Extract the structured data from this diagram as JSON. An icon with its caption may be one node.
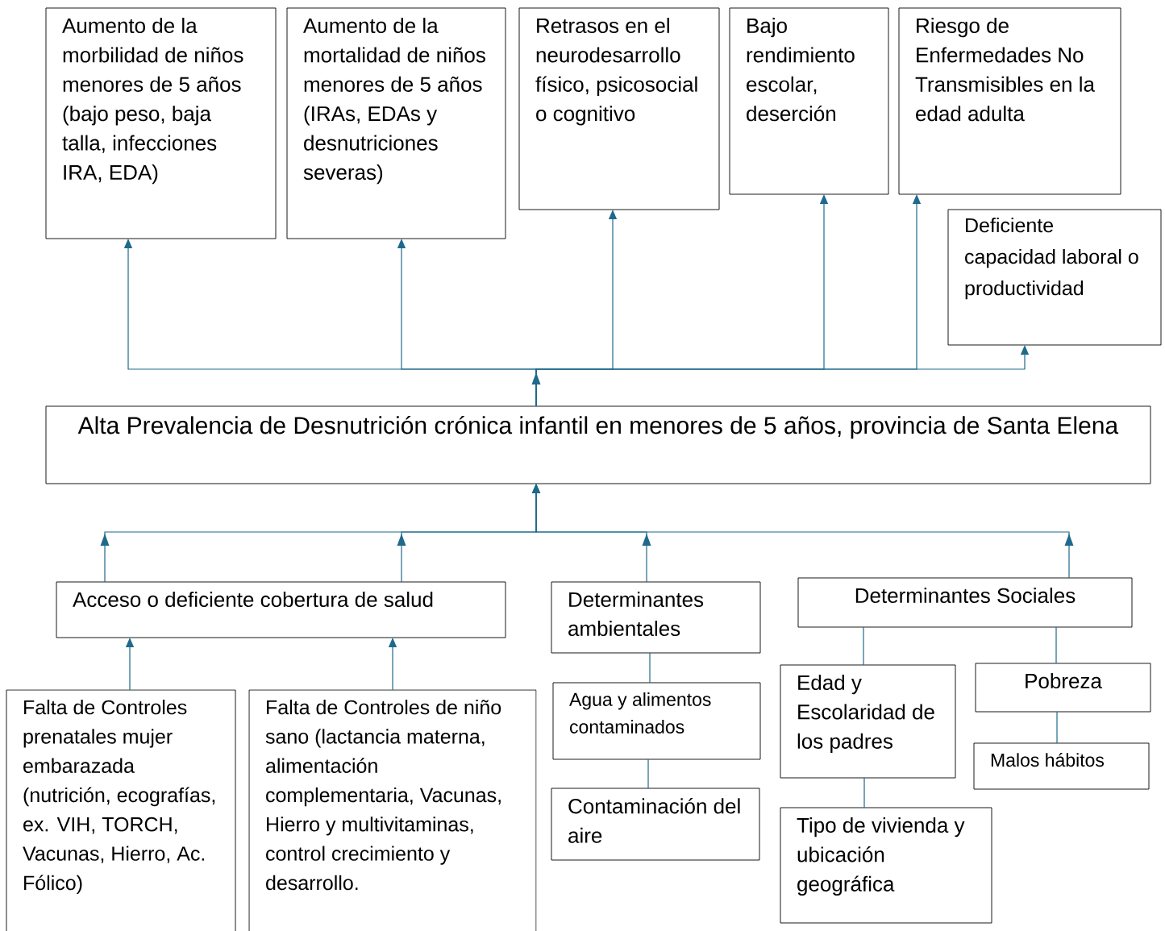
{
  "diagram": {
    "nodes": [
      {
        "text": [
          "Aumento de la morbilidad de niños menores de 5 años (bajo peso, baja talla, infecciones IRA, EDA)"
        ]
      },
      {
        "text": [
          "Aumento de la mortalidad de niños menores de 5 años (IRAs, EDAs y desnutriciones severas)"
        ]
      },
      {
        "text": [
          "Retrasos en el neurodesarrollo físico, psicosocial o cognitivo"
        ]
      },
      {
        "text": [
          "Bajo rendimiento escolar, deserción"
        ]
      },
      {
        "text": [
          "Riesgo de Enfermedades No Transmisibles en la edad adulta"
        ]
      },
      {
        "text": [
          "Deficiente capacidad laboral o productividad"
        ]
      },
      {
        "text": [
          "Alta Prevalencia de Desnutrición crónica infantil en menores de 5 años, provincia de Santa Elena"
        ]
      },
      {
        "text": [
          "Acceso o deficiente cobertura de salud"
        ]
      },
      {
        "text": [
          "Determinantes ambientales"
        ]
      },
      {
        "text": [
          "Determinantes Sociales"
        ]
      },
      {
        "text": [
          "Falta de Controles prenatales mujer embarazada (nutrición, ecografías, ex. VIH, TORCH, Vacunas, Hierro, Ac. Fólico)"
        ]
      },
      {
        "text": [
          "Falta de Controles de niño sano (lactancia materna, alimentación complementaria, Vacunas, Hierro y multivitaminas, control crecimiento y desarrollo."
        ]
      },
      {
        "text": [
          "Agua y alimentos contaminados"
        ]
      },
      {
        "text": [
          "Contaminación del aire"
        ]
      },
      {
        "text": [
          "Edad y Escolaridad de los padres"
        ]
      },
      {
        "text": [
          "Pobreza"
        ]
      },
      {
        "text": [
          "Malos hábitos"
        ]
      },
      {
        "text": [
          "Tipo de vivienda y ubicación geográfica"
        ]
      }
    ],
    "edges": [
      {
        "from": 6,
        "to": 0,
        "arrow": "to"
      },
      {
        "from": 6,
        "to": 1,
        "arrow": "to"
      },
      {
        "from": 6,
        "to": 2,
        "arrow": "to"
      },
      {
        "from": 6,
        "to": 3,
        "arrow": "to"
      },
      {
        "from": 6,
        "to": 4,
        "arrow": "to"
      },
      {
        "from": 6,
        "to": 5,
        "arrow": "to"
      },
      {
        "from": 7,
        "to": 6,
        "arrow": "to"
      },
      {
        "from": 7,
        "to": 6,
        "arrow": "to"
      },
      {
        "from": 8,
        "to": 6,
        "arrow": "to"
      },
      {
        "from": 9,
        "to": 6,
        "arrow": "to"
      },
      {
        "from": 10,
        "to": 7,
        "arrow": "to"
      },
      {
        "from": 11,
        "to": 7,
        "arrow": "to"
      },
      {
        "from": 8,
        "to": 12,
        "arrow": "none"
      },
      {
        "from": 12,
        "to": 13,
        "arrow": "none"
      },
      {
        "from": 9,
        "to": 14,
        "arrow": "none"
      },
      {
        "from": 9,
        "to": 15,
        "arrow": "none"
      },
      {
        "from": 15,
        "to": 16,
        "arrow": "none"
      },
      {
        "from": 14,
        "to": 17,
        "arrow": "none"
      }
    ]
  }
}
